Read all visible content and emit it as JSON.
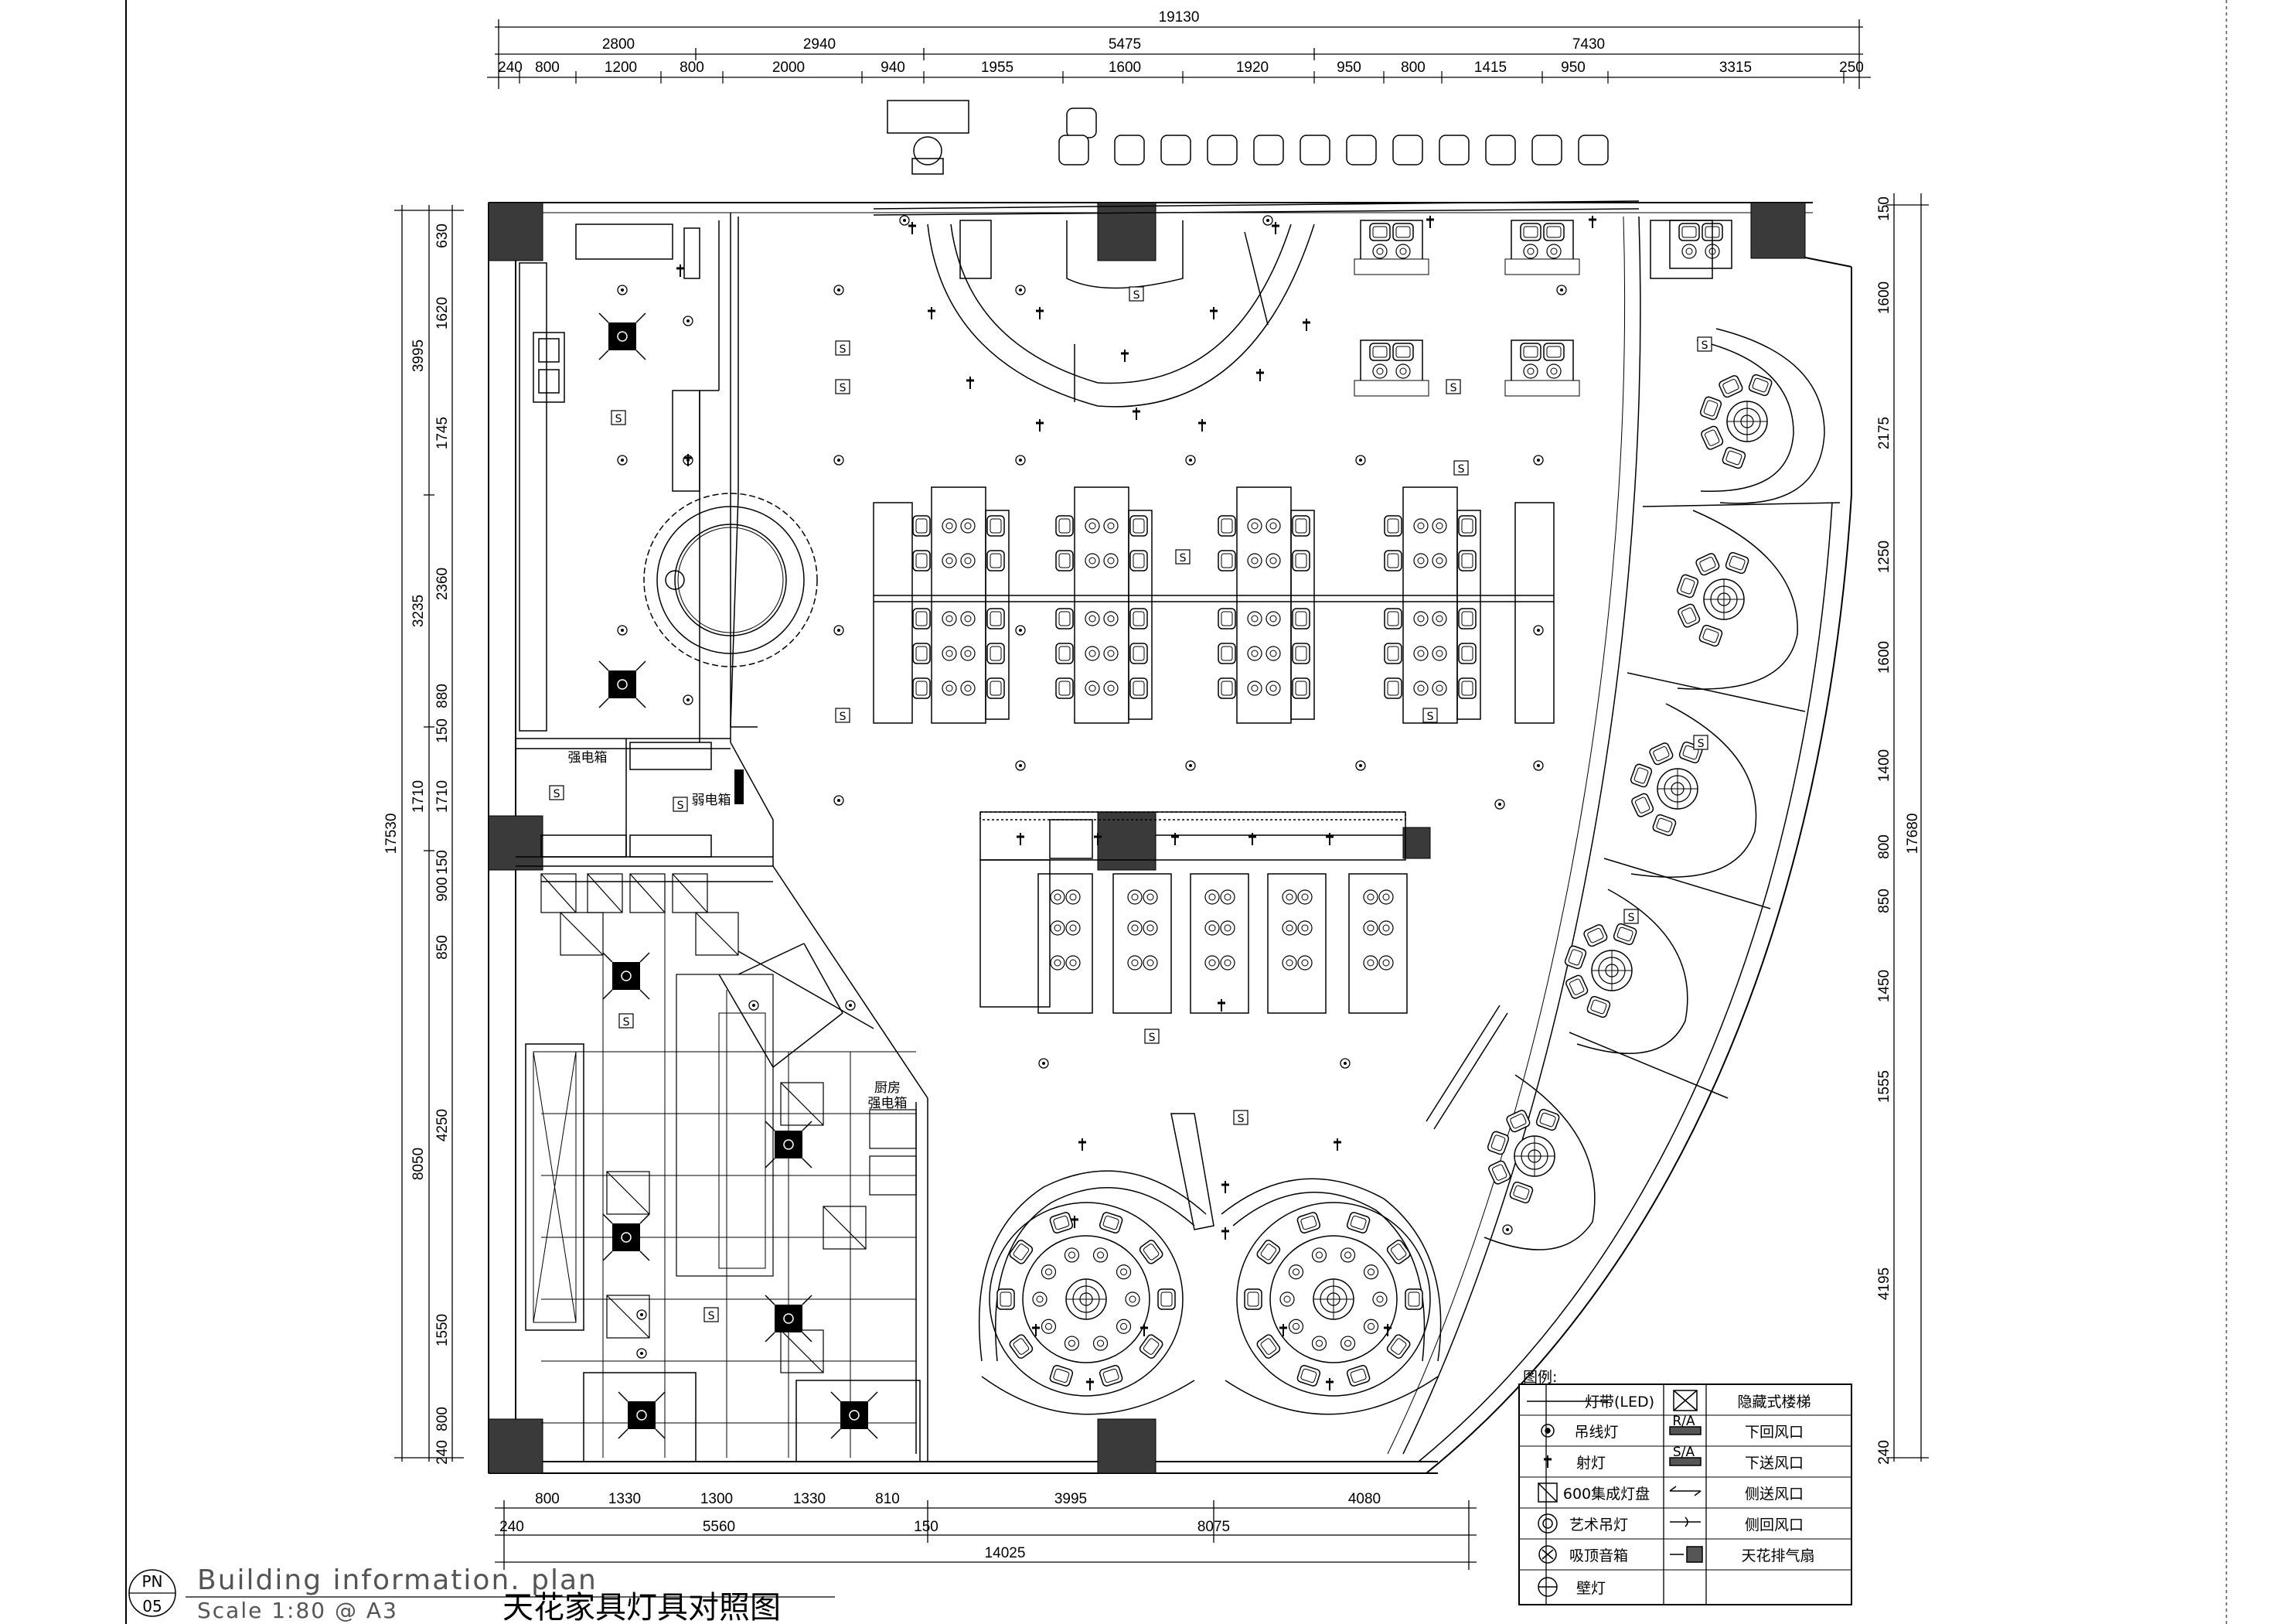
{
  "dimensions": {
    "top_total": "19130",
    "top_row1": [
      "2800",
      "2940",
      "5475",
      "7430"
    ],
    "top_row2": [
      "240",
      "800",
      "1200",
      "800",
      "2000",
      "940",
      "1955",
      "1600",
      "1920",
      "950",
      "800",
      "1415",
      "950",
      "3315",
      "250"
    ],
    "left_total": "17530",
    "left_row1": [
      "3995",
      "3235",
      "1710",
      "8050"
    ],
    "left_row2": [
      "630",
      "1620",
      "1745",
      "2360",
      "880",
      "150",
      "1710",
      "150",
      "900",
      "850",
      "4250",
      "1550",
      "800",
      "240"
    ],
    "right_total": "17680",
    "right_row": [
      "150",
      "1600",
      "2175",
      "1250",
      "1600",
      "1400",
      "800",
      "850",
      "1450",
      "1555",
      "4195",
      "240"
    ],
    "bottom_row1": [
      "800",
      "1330",
      "1300",
      "1330",
      "810",
      "3995",
      "4080"
    ],
    "bottom_row2": [
      "240",
      "5560",
      "150",
      "8075"
    ],
    "bottom_total": "14025"
  },
  "room_labels": {
    "elec_box_1": "强电箱",
    "elec_box_2": "弱电箱",
    "kitchen_box_1": "厨房",
    "kitchen_box_2": "强电箱",
    "sprinkler": "S",
    "return_air": "R/A",
    "supply_air": "S/A"
  },
  "legend": {
    "heading": "图例:",
    "left": [
      {
        "icon": "led-strip-icon",
        "label": "灯带(LED)"
      },
      {
        "icon": "pendant-light-icon",
        "label": "吊线灯"
      },
      {
        "icon": "spotlight-icon",
        "label": "射灯"
      },
      {
        "icon": "panel-light-icon",
        "label": "600集成灯盘"
      },
      {
        "icon": "art-chandelier-icon",
        "label": "艺术吊灯"
      },
      {
        "icon": "ceiling-speaker-icon",
        "label": "吸顶音箱"
      },
      {
        "icon": "wall-lamp-icon",
        "label": "壁灯"
      }
    ],
    "right": [
      {
        "icon": "hidden-stair-icon",
        "label": "隐藏式楼梯"
      },
      {
        "icon": "down-return-vent-icon",
        "label": "下回风口"
      },
      {
        "icon": "down-supply-vent-icon",
        "label": "下送风口"
      },
      {
        "icon": "side-supply-vent-icon",
        "label": "侧送风口"
      },
      {
        "icon": "side-return-vent-icon",
        "label": "侧回风口"
      },
      {
        "icon": "exhaust-fan-icon",
        "label": "天花排气扇"
      }
    ]
  },
  "title_block": {
    "sheet_code_top": "PN",
    "sheet_code_bottom": "05",
    "title_en": "Building information. plan",
    "scale": "Scale 1:80 @ A3",
    "title_cn": "天花家具灯具对照图"
  }
}
